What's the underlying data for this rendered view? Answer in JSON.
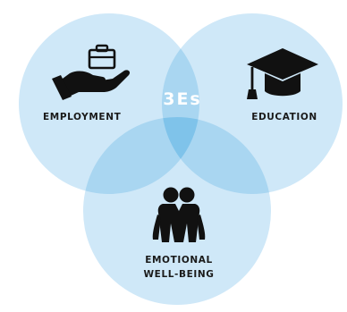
{
  "diagram": {
    "center_label": "3Es",
    "circles": [
      {
        "key": "employment",
        "label": "EMPLOYMENT",
        "icon": "hand-holding-briefcase-icon"
      },
      {
        "key": "education",
        "label": "EDUCATION",
        "icon": "graduation-cap-icon"
      },
      {
        "key": "wellbeing",
        "label_lines": [
          "EMOTIONAL",
          "WELL-BEING"
        ],
        "icon": "two-people-hugging-icon"
      }
    ],
    "colors": {
      "circle_fill": "#cfe8f8",
      "overlap_fill": "#a9d6f1",
      "center_fill": "#7fc3ea",
      "icon": "#111111",
      "text": "#1a1a1a",
      "center_text": "#ffffff"
    }
  }
}
